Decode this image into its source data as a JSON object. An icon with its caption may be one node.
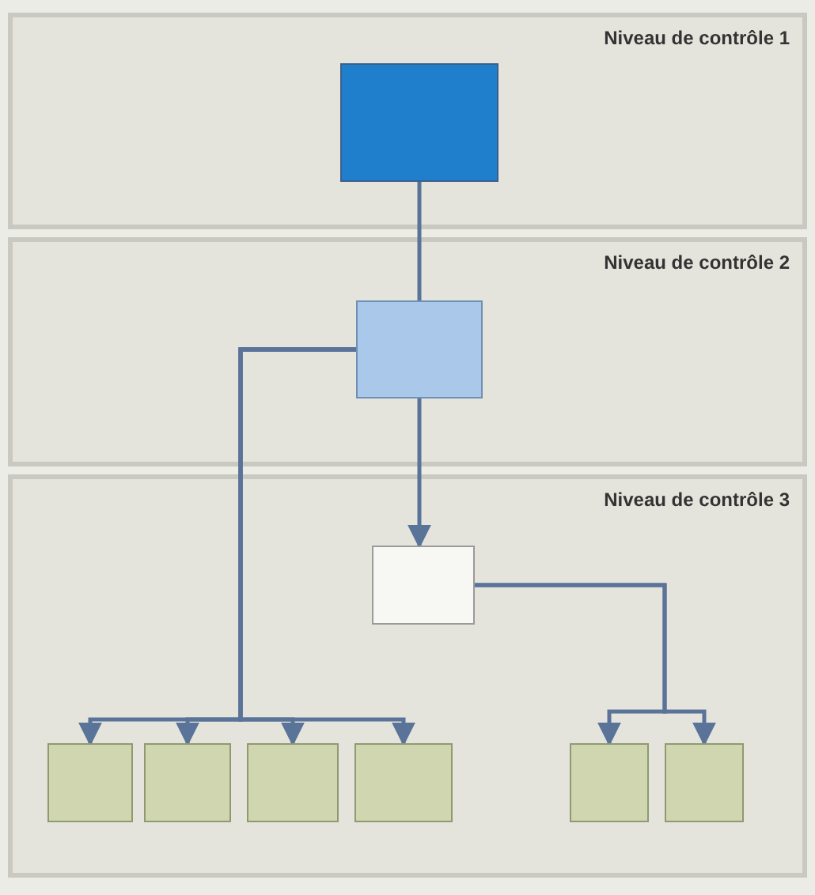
{
  "diagram": {
    "nodes": [
      {
        "text": [
          "Niveau de contrôle 1"
        ]
      },
      {
        "text": [],
        "shape": "box",
        "in": 0
      },
      {
        "text": [
          "Niveau de contrôle 2"
        ]
      },
      {
        "text": [],
        "shape": "box",
        "in": 2
      },
      {
        "text": [
          "Niveau de contrôle 3"
        ]
      },
      {
        "text": [],
        "shape": "box",
        "in": 4
      },
      {
        "text": [],
        "shape": "box",
        "in": 4
      },
      {
        "text": [],
        "shape": "box",
        "in": 4
      },
      {
        "text": [],
        "shape": "box",
        "in": 4
      },
      {
        "text": [],
        "shape": "box",
        "in": 4
      },
      {
        "text": [],
        "shape": "box",
        "in": 4
      },
      {
        "text": [],
        "shape": "box",
        "in": 4
      }
    ],
    "edges": [
      {
        "from": 1,
        "to": 3,
        "arrow": "none"
      },
      {
        "from": 3,
        "to": 5,
        "arrow": "to"
      },
      {
        "from": 3,
        "to": 6,
        "arrow": "to"
      },
      {
        "from": 3,
        "to": 7,
        "arrow": "to"
      },
      {
        "from": 3,
        "to": 8,
        "arrow": "to"
      },
      {
        "from": 3,
        "to": 9,
        "arrow": "to"
      },
      {
        "from": 5,
        "to": 10,
        "arrow": "to"
      },
      {
        "from": 5,
        "to": 11,
        "arrow": "to"
      }
    ]
  }
}
